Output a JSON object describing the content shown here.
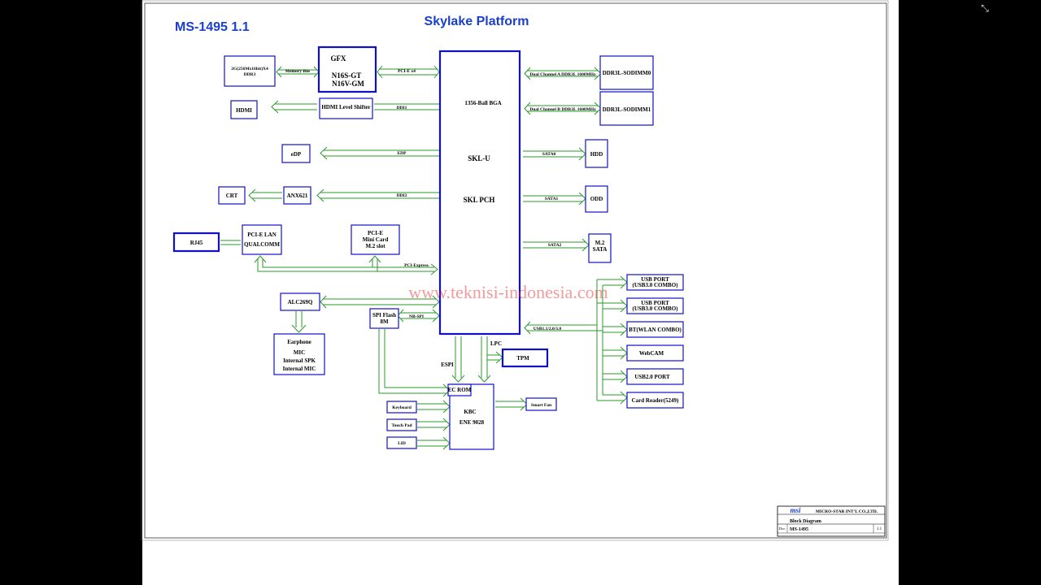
{
  "header": {
    "board": "MS-1495 1.1",
    "platform": "Skylake Platform"
  },
  "watermark": "www.teknisi-indonesia.com",
  "window": {
    "corner_icon": "collapse-icon"
  },
  "blocks": {
    "vram": [
      "2G(256Mx16bit)X4",
      "DDR3"
    ],
    "gfx": [
      "GFX",
      "N16S-GT",
      "N16V-GM"
    ],
    "hdmi": "HDMI",
    "hdmi_shifter": "HDMI Level Shifter",
    "edp": "eDP",
    "crt": "CRT",
    "anx": "ANX621",
    "rj45": "RJ45",
    "lan": [
      "PCI-E LAN",
      "QUALCOMM"
    ],
    "minicard": [
      "PCI-E",
      "Mini Card",
      "M.2 slot"
    ],
    "alc": "ALC269Q",
    "audio": [
      "Earphone",
      "MIC",
      "Internal SPK",
      "Internal MIC"
    ],
    "spi": [
      "SPI Flash",
      "8M"
    ],
    "cpu": [
      "1356-Ball BGA",
      "SKL-U",
      "SKL PCH"
    ],
    "dimm0": "DDR3L-SODIMM0",
    "dimm1": "DDR3L-SODIMM1",
    "hdd": "HDD",
    "odd": "ODD",
    "m2sata": [
      "M.2",
      "SATA"
    ],
    "usb_ports": [
      [
        "USB PORT",
        "(USB3.0 COMBO)"
      ],
      [
        "USB PORT",
        "(USB3.0 COMBO)"
      ],
      [
        "BT(WLAN COMBO)"
      ],
      [
        "WebCAM"
      ],
      [
        "USB2.0 PORT"
      ],
      [
        "Card Reader(5249)"
      ]
    ],
    "tpm": "TPM",
    "kbc": [
      "KBC",
      "ENE 9028"
    ],
    "ec_rom": "EC ROM",
    "keyboard": "Keyboard",
    "touchpad": "Touch Pad",
    "lid": "LID",
    "fan": "Smart Fan"
  },
  "buses": {
    "memory_bus": "Memory Bus",
    "pcie_x4": "PCI-E x4",
    "ddi1": "DDI1",
    "edp": "EDP",
    "ddi2": "DDI2",
    "pci_express": "PCI-Express",
    "nb_spi": "NB-SPI",
    "dimm_a": "Dual Channel A DDR3L 1600MHz",
    "dimm_b": "Dual Channel B DDR3L 1600MHz",
    "sata0": "SATA0",
    "sata1": "SATA1",
    "sata2": "SATA2",
    "usb": "USB1.1/2.0/3.0",
    "espi": "ESPI",
    "lpc": "LPC"
  },
  "title_block": {
    "logo": "msi",
    "company": "MICRO-STAR INT'L CO.,LTD.",
    "sheet_title": "Block Diagram",
    "model": "MS-1495",
    "rev": "1.1",
    "doc_label": "Doc"
  },
  "colors": {
    "block_border": "#1010c8",
    "arrow": "#2a9a2a",
    "title": "#1a3fd0",
    "watermark": "#e02020"
  }
}
